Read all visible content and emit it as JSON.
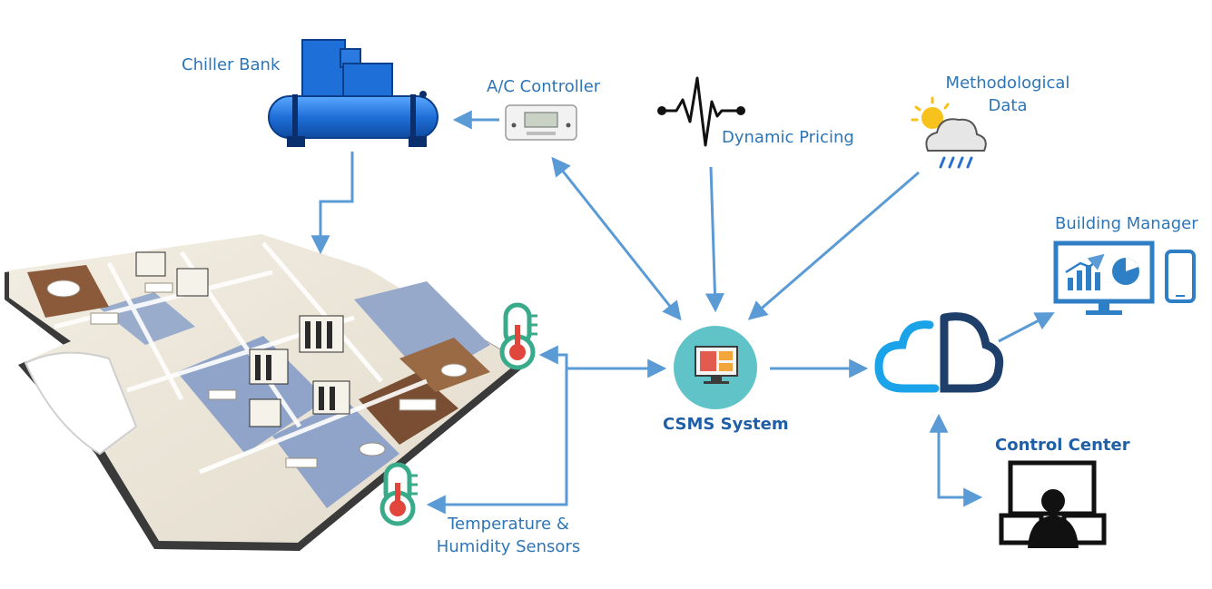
{
  "labels": {
    "chiller_bank": "Chiller Bank",
    "ac_controller": "A/C Controller",
    "dynamic_pricing": "Dynamic Pricing",
    "methodological_data_line1": "Methodological",
    "methodological_data_line2": "Data",
    "building_manager": "Building Manager",
    "csms_system": "CSMS System",
    "control_center": "Control Center",
    "sensors_line1": "Temperature &",
    "sensors_line2": "Humidity Sensors"
  },
  "colors": {
    "arrow": "#5b9bd5",
    "label": "#2e75b6",
    "label_bold": "#1f5fa8",
    "chiller": "#1f6fd8",
    "csms_circle": "#5fc3c8",
    "cloud_light": "#1aa3e8",
    "cloud_dark": "#1f3f6b",
    "monitor": "#2f7fc6",
    "thermometer": "#3aab8a",
    "thermometer_bulb": "#e0463b"
  },
  "icons": [
    "chiller-bank-icon",
    "ac-controller-icon",
    "pulse-icon",
    "weather-icon",
    "csms-icon",
    "cloud-icon",
    "building-manager-icon",
    "control-center-icon",
    "thermometer-icon",
    "floor-plan-illustration"
  ]
}
